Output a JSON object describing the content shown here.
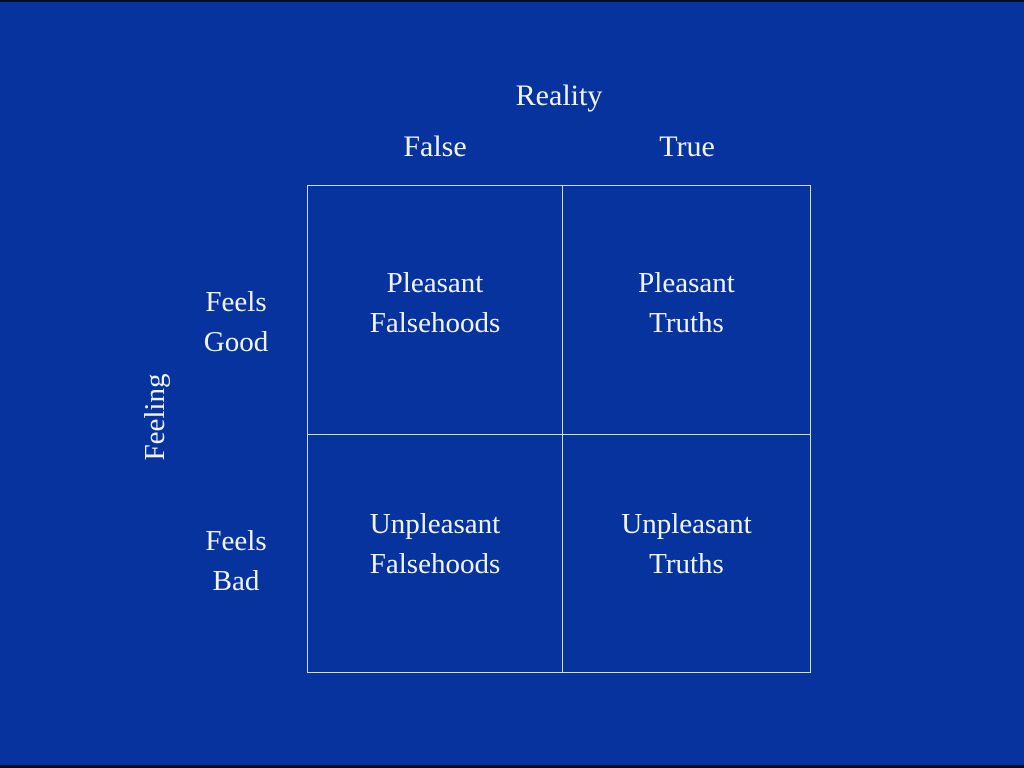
{
  "colors": {
    "background": "#06339e",
    "grid_line": "#cfdff5",
    "text": "#f0f4fd",
    "edge_bar": "#000d26"
  },
  "matrix": {
    "title": "Reality",
    "col_labels": {
      "left": "False",
      "right": "True"
    },
    "y_axis_label": "Feeling",
    "row_labels": {
      "top": "Feels\nGood",
      "bottom": "Feels\nBad"
    },
    "cells": {
      "top_left": "Pleasant\nFalsehoods",
      "top_right": "Pleasant\nTruths",
      "bottom_left": "Unpleasant\nFalsehoods",
      "bottom_right": "Unpleasant\nTruths"
    }
  }
}
